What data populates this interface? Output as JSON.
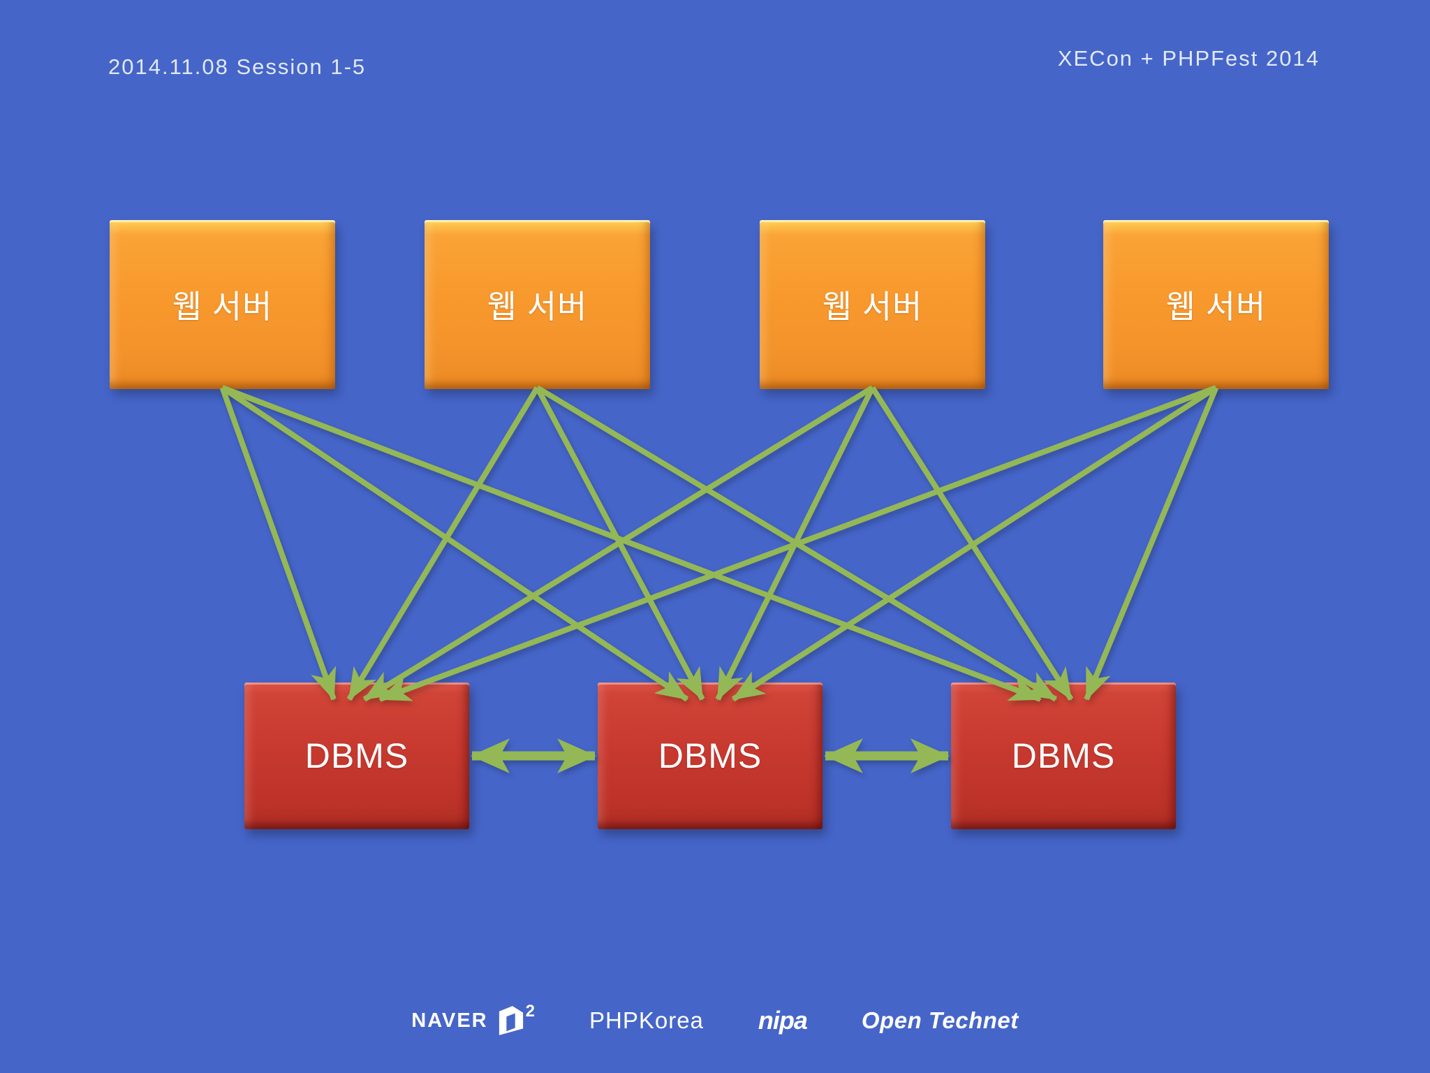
{
  "slide": {
    "background": "#4565c9",
    "header_left": "2014.11.08 Session 1-5",
    "header_right": "XECon + PHPFest 2014"
  },
  "diagram": {
    "arrow_color": "#94b855",
    "web_color": "#f8992d",
    "dbms_color": "#c93a30",
    "web_servers": [
      {
        "label": "웹 서버"
      },
      {
        "label": "웹 서버"
      },
      {
        "label": "웹 서버"
      },
      {
        "label": "웹 서버"
      }
    ],
    "dbms_nodes": [
      {
        "label": "DBMS"
      },
      {
        "label": "DBMS"
      },
      {
        "label": "DBMS"
      }
    ],
    "edges": {
      "mesh": [
        [
          0,
          0
        ],
        [
          0,
          1
        ],
        [
          0,
          2
        ],
        [
          1,
          0
        ],
        [
          1,
          1
        ],
        [
          1,
          2
        ],
        [
          2,
          0
        ],
        [
          2,
          1
        ],
        [
          2,
          2
        ],
        [
          3,
          0
        ],
        [
          3,
          1
        ],
        [
          3,
          2
        ]
      ],
      "dbms_links": [
        [
          0,
          1
        ],
        [
          1,
          2
        ]
      ]
    }
  },
  "footer": {
    "logos": [
      {
        "id": "naver-d2",
        "text": "NAVER",
        "sup": "2"
      },
      {
        "id": "phpkorea",
        "text": "PHPKorea"
      },
      {
        "id": "nipa",
        "text": "nipa"
      },
      {
        "id": "open-technet",
        "text": "Open Technet"
      }
    ]
  }
}
